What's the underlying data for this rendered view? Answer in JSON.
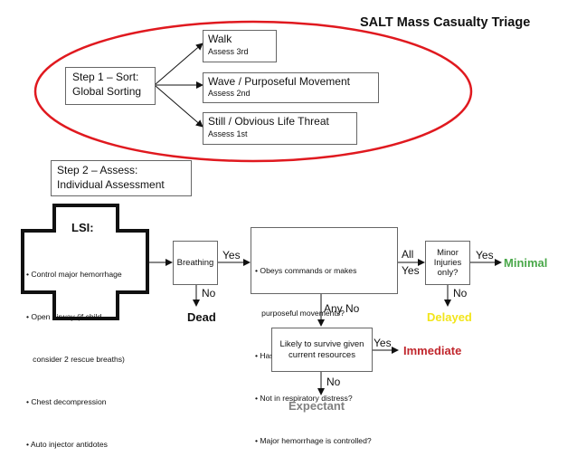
{
  "title": "SALT Mass Casualty Triage",
  "step1": {
    "line1": "Step 1 – Sort:",
    "line2": "Global Sorting"
  },
  "sort_options": [
    {
      "label": "Walk",
      "sub": "Assess 3rd"
    },
    {
      "label": "Wave / Purposeful Movement",
      "sub": "Assess 2nd"
    },
    {
      "label": "Still / Obvious Life Threat",
      "sub": "Assess 1st"
    }
  ],
  "step2": {
    "line1": "Step 2 – Assess:",
    "line2": "Individual Assessment"
  },
  "lsi": {
    "title": "LSI:",
    "items": [
      "• Control major hemorrhage",
      "• Open airway (if child",
      "   consider 2 rescue breaths)",
      "• Chest decompression",
      "• Auto injector antidotes"
    ]
  },
  "breathing": "Breathing",
  "yes1": "Yes",
  "no1": "No",
  "dead": "Dead",
  "criteria": [
    "• Obeys commands or makes",
    "   purposeful movements?",
    "• Has Peripheral Pulse?",
    "• Not in respiratory distress?",
    "• Major hemorrhage is controlled?"
  ],
  "all": "All",
  "yes2": "Yes",
  "minor": {
    "l1": "Minor",
    "l2": "Injuries",
    "l3": "only?"
  },
  "yes3": "Yes",
  "minimal": "Minimal",
  "no3": "No",
  "delayed": "Delayed",
  "any_no": "Any No",
  "survive": {
    "l1": "Likely to survive given",
    "l2": "current resources"
  },
  "yes4": "Yes",
  "immediate": "Immediate",
  "no4": "No",
  "expectant": "Expectant",
  "colors": {
    "oval": "#e0191f",
    "minimal": "#4aa84a",
    "delayed": "#f2e51b",
    "immediate": "#c1272d",
    "expectant": "#808080"
  }
}
